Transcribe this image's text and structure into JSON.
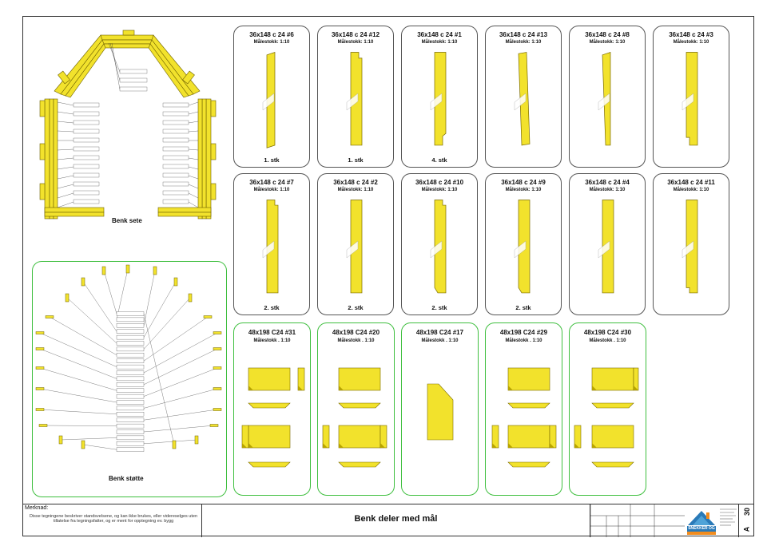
{
  "sheet": {
    "note_label": "Merknad:",
    "note_text": "Disse tegningene beskriver standsvelsene, og kan ikke brukes, eller videreselges uten tillatelse fra tegningsfatter, og er ment for opptegning ev. bygg",
    "title": "Benk deler med mål",
    "sheet_number": "30",
    "sheet_size": "A",
    "company": "SNEKKER OG"
  },
  "panels": {
    "seat_label": "Benk sete",
    "support_label": "Benk støtte"
  },
  "colors": {
    "wood": "#f2e22c",
    "wood_edge": "#7a6a00",
    "green_frame": "#3fbf3f"
  },
  "parts_row1": [
    {
      "title": "36x148 c 24 #6",
      "scale": "Målestokk: 1:10",
      "qty": "1. stk"
    },
    {
      "title": "36x148 c 24 #12",
      "scale": "Målestokk: 1:10",
      "qty": "1. stk"
    },
    {
      "title": "36x148 c 24 #1",
      "scale": "Målestokk: 1:10",
      "qty": "4. stk"
    },
    {
      "title": "36x148 c 24 #13",
      "scale": "Målestokk: 1:10",
      "qty": ""
    },
    {
      "title": "36x148 c 24 #8",
      "scale": "Målestokk: 1:10",
      "qty": ""
    },
    {
      "title": "36x148 c 24 #3",
      "scale": "Målestokk: 1:10",
      "qty": ""
    }
  ],
  "parts_row2": [
    {
      "title": "36x148 c 24 #7",
      "scale": "Målestokk: 1:10",
      "qty": "2. stk"
    },
    {
      "title": "36x148 c 24 #2",
      "scale": "Målestokk: 1:10",
      "qty": "2. stk"
    },
    {
      "title": "36x148 c 24 #10",
      "scale": "Målestokk: 1:10",
      "qty": "2. stk"
    },
    {
      "title": "36x148 c 24 #9",
      "scale": "Målestokk: 1:10",
      "qty": "2. stk"
    },
    {
      "title": "36x148 c 24 #4",
      "scale": "Målestokk: 1:10",
      "qty": ""
    },
    {
      "title": "36x148 c 24 #11",
      "scale": "Målestokk: 1:10",
      "qty": ""
    }
  ],
  "parts_row3": [
    {
      "title": "48x198 C24 #31",
      "scale": "Målestokk . 1:10"
    },
    {
      "title": "48x198 C24 #20",
      "scale": "Målestokk . 1:10"
    },
    {
      "title": "48x198 C24 #17",
      "scale": "Målestokk . 1:10"
    },
    {
      "title": "48x198 C24 #29",
      "scale": "Målestokk . 1:10"
    },
    {
      "title": "48x198 C24 #30",
      "scale": "Målestokk . 1:10"
    }
  ]
}
